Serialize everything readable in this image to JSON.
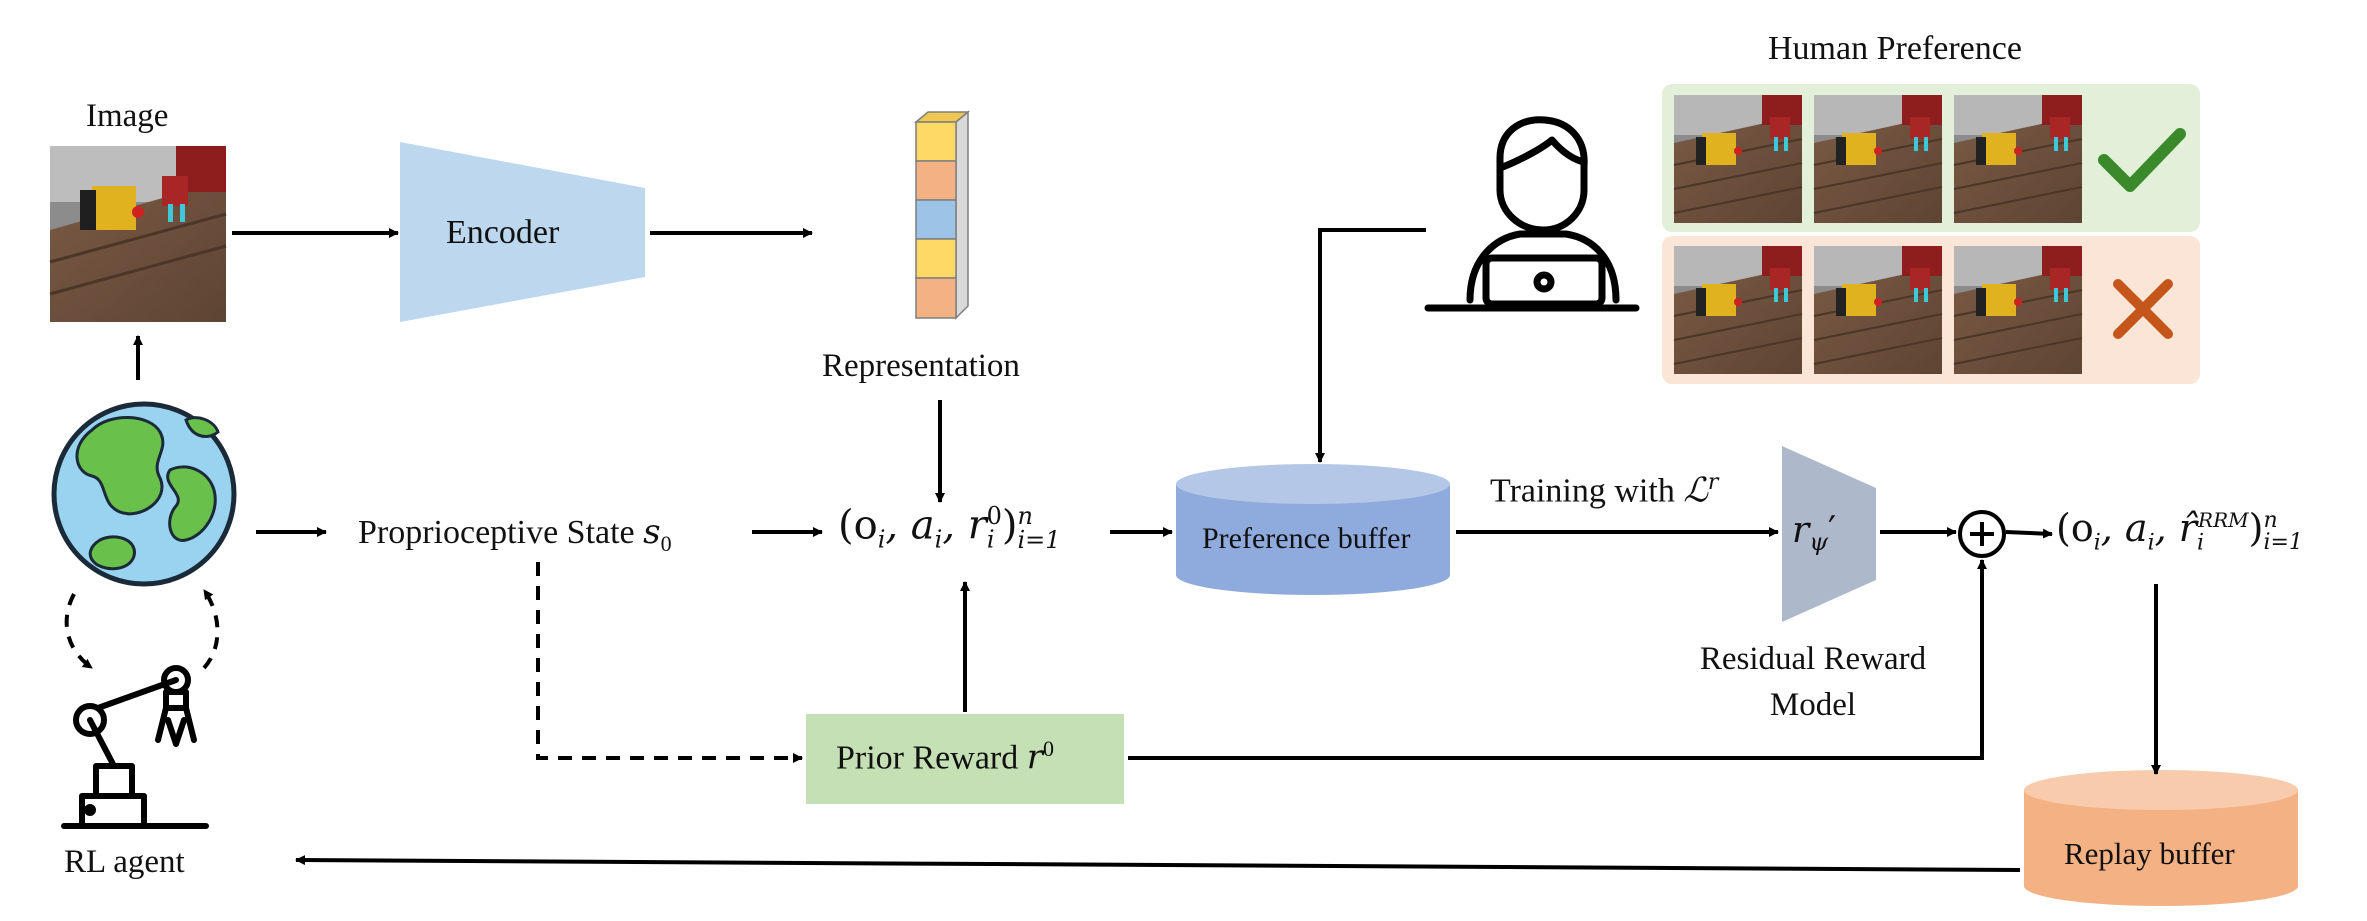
{
  "labels": {
    "image": "Image",
    "encoder": "Encoder",
    "representation": "Representation",
    "proprioceptive": "Proprioceptive State",
    "proprioceptive_sym": "s",
    "proprioceptive_sub": "0",
    "tuple_main": "(o",
    "tuple_rest": ", a",
    "tuple_r": ", r",
    "tuple_idx_i": "i",
    "tuple_sup0": "0",
    "tuple_close": ")",
    "tuple_sup_n": "n",
    "tuple_sub_range": "i=1",
    "preference_buffer": "Preference buffer",
    "training_with": "Training with",
    "training_loss": "ℒ",
    "training_loss_sup": "r",
    "reward_model_sym": "r",
    "reward_model_sub": "ψ",
    "reward_model_prime": "′",
    "residual_model_line1": "Residual Reward",
    "residual_model_line2": "Model",
    "output_tuple_main": "(o",
    "output_rhat": "r̂",
    "output_sup": "RRM",
    "prior_reward": "Prior Reward",
    "prior_reward_sym": "r",
    "prior_reward_sup": "0",
    "replay_buffer": "Replay buffer",
    "rl_agent": "RL agent",
    "human_preference": "Human Preference",
    "plus": "+"
  },
  "colors": {
    "encoder": "#bdd7ee",
    "preference_buffer": "#8faadc",
    "preference_buffer_top": "#b4c7e7",
    "reward_model": "#adb9ca",
    "prior_reward": "#c5e0b4",
    "replay_buffer": "#f4b183",
    "replay_buffer_top": "#f8cbad",
    "good_row": "#e2f0d9",
    "bad_row": "#fbe5d6",
    "check": "#3a8a2b",
    "cross": "#c5561b",
    "rep_yellow": "#ffd966",
    "rep_orange": "#f4b183",
    "rep_blue": "#9dc3e6"
  },
  "icons": [
    "earth-icon",
    "robot-arm-icon",
    "person-laptop-icon",
    "check-icon",
    "cross-icon",
    "sum-icon"
  ]
}
